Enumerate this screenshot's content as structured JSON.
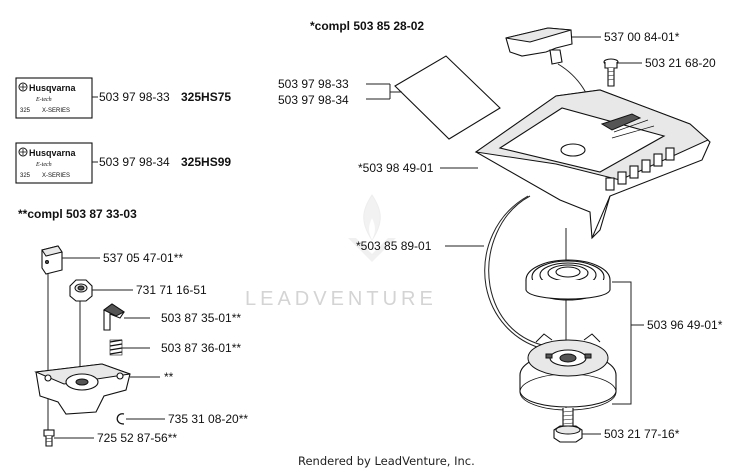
{
  "headers": {
    "compl_main": "*compl 503 85 28-02",
    "compl_secondary": "**compl 503 87 33-03"
  },
  "decals": [
    {
      "part_number": "503 97 98-33",
      "model": "325HS75",
      "brand": "Husqvarna",
      "subtitle": "E-tech",
      "model_code": "325",
      "series_badge": "X-SERIES"
    },
    {
      "part_number": "503 97 98-34",
      "model": "325HS99",
      "brand": "Husqvarna",
      "subtitle": "E-tech",
      "model_code": "325",
      "series_badge": "X-SERIES"
    }
  ],
  "callouts_right": {
    "handle": "537 00 84-01*",
    "screw_top": "503 21 68-20",
    "sheet_a": "503 97 98-33",
    "sheet_b": "503 97 98-34",
    "housing": "*503 98 49-01",
    "rope": "*503 85 89-01",
    "spring_pulley": "503 96 49-01*",
    "screw_bottom": "503 21 77-16*"
  },
  "callouts_left": {
    "cap": "537 05 47-01**",
    "nut": "731 71 16-51",
    "pawl": "503 87 35-01**",
    "spring": "503 87 36-01**",
    "base": "**",
    "clip": "735 31 08-20**",
    "screw": "725 52 87-56**"
  },
  "watermark": "LEADVENTURE",
  "footer": "Rendered by LeadVenture, Inc."
}
